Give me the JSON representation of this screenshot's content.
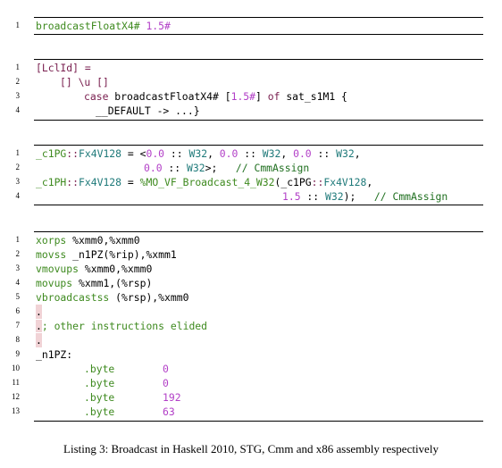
{
  "listing1": {
    "line1": {
      "n": "1",
      "name": "broadcastFloatX4#",
      "num": "1.5#"
    }
  },
  "listing2": {
    "line1": {
      "n": "1",
      "text": "[LclId] ="
    },
    "line2": {
      "n": "2",
      "text": "[] \\u []"
    },
    "line3": {
      "n": "3",
      "kw_case": "case",
      "fn": " broadcastFloatX4# [",
      "num": "1.5#",
      "rest": "] ",
      "kw_of": "of",
      "tail": " sat_s1M1 {"
    },
    "line4": {
      "n": "4",
      "text": "__DEFAULT -> ...}"
    }
  },
  "listing3": {
    "line1": {
      "n": "1",
      "var": "_c1PG",
      "sep": "::",
      "ty1": "Fx4V128",
      "eq": " = <",
      "a1": "0.0",
      "s1": " :: ",
      "t1": "W32",
      "c1": ", ",
      "a2": "0.0",
      "s2": " :: ",
      "t2": "W32",
      "c2": ", ",
      "a3": "0.0",
      "s3": " :: ",
      "t3": "W32",
      "c3": ","
    },
    "line2": {
      "n": "2",
      "a4": "0.0",
      "s4": " :: ",
      "t4": "W32",
      "end": ">;",
      "comment": "// CmmAssign"
    },
    "line3": {
      "n": "3",
      "var": "_c1PH",
      "sep": "::",
      "ty1": "Fx4V128",
      "eq": " = ",
      "mo": "%MO_VF_Broadcast_4_W32",
      "open": "(_c1PG",
      "sep2": "::",
      "ty2": "Fx4V128",
      "comma": ","
    },
    "line4": {
      "n": "4",
      "a": "1.5",
      "s": " :: ",
      "t": "W32",
      "end": ");",
      "comment": "// CmmAssign"
    }
  },
  "listing4": {
    "lines": [
      {
        "n": "1",
        "op": "xorps",
        "args": " %xmm0,%xmm0"
      },
      {
        "n": "2",
        "op": "movss",
        "args": " _n1PZ(%rip),%xmm1"
      },
      {
        "n": "3",
        "op": "vmovups",
        "args": " %xmm0,%xmm0"
      },
      {
        "n": "4",
        "op": "movups",
        "args": " %xmm1,(%rsp)"
      },
      {
        "n": "5",
        "op": "vbroadcastss",
        "args": " (%rsp),%xmm0"
      }
    ],
    "dot6": {
      "n": "6",
      "text": "."
    },
    "line7": {
      "n": "7",
      "dot": ".",
      "text": "; other instructions elided"
    },
    "dot8": {
      "n": "8",
      "text": "."
    },
    "label": {
      "n": "9",
      "text": "_n1PZ:"
    },
    "bytes": [
      {
        "n": "10",
        "dir": ".byte",
        "val": "0"
      },
      {
        "n": "11",
        "dir": ".byte",
        "val": "0"
      },
      {
        "n": "12",
        "dir": ".byte",
        "val": "192"
      },
      {
        "n": "13",
        "dir": ".byte",
        "val": "63"
      }
    ]
  },
  "caption": "Listing 3: Broadcast in Haskell 2010, STG, Cmm and x86 assembly respectively"
}
